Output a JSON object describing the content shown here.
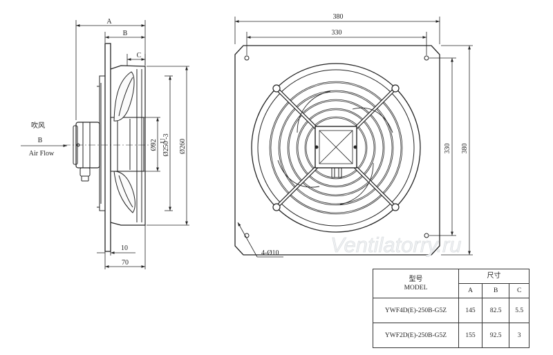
{
  "side_view": {
    "dim_a": "A",
    "dim_b": "B",
    "dim_c": "C",
    "dim_92": "Ø92",
    "dim_u": "U",
    "dim_250": "Ø250 -3",
    "dim_260": "Ø260",
    "dim_10": "10",
    "dim_70": "70",
    "airflow_cn": "吹风",
    "airflow_b": "B",
    "airflow_en": "Air Flow"
  },
  "front_view": {
    "dim_380_top": "380",
    "dim_330_top": "330",
    "dim_330_side": "330",
    "dim_380_side": "380",
    "holes": "4-Ø10"
  },
  "watermark": "Ventilatorry.ru",
  "table": {
    "model_cn": "型号",
    "model_en": "MODEL",
    "size_cn": "尺寸",
    "columns": [
      "A",
      "B",
      "C"
    ],
    "rows": [
      {
        "model": "YWF4D(E)-250B-G5Z",
        "a": "145",
        "b": "82.5",
        "c": "5.5"
      },
      {
        "model": "YWF2D(E)-250B-G5Z",
        "a": "155",
        "b": "92.5",
        "c": "3"
      }
    ]
  }
}
